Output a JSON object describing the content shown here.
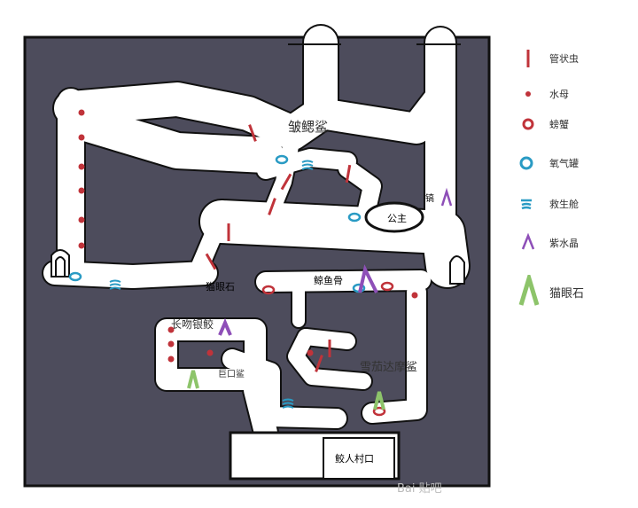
{
  "map": {
    "labels": {
      "frilled_shark": "皱鳃鲨",
      "princess": "公主",
      "pickaxe": "镐",
      "cats_eye_area": "猫眼石",
      "whale_bone": "鲸鱼骨",
      "chimaera": "长吻银鲛",
      "megamouth": "巨口鲨",
      "cookiecutter": "雪茄达摩鲨",
      "merfolk_village": "鲛人村口"
    },
    "colors": {
      "rock": "#4d4c5c",
      "passage": "#ffffff",
      "tubeworm": "#c0333a",
      "oxygen": "#2a9bc4",
      "amethyst": "#8e4fb8",
      "cats_eye": "#8dc46a"
    }
  },
  "legend": [
    {
      "icon": "tubeworm-icon",
      "label": "管状虫"
    },
    {
      "icon": "jellyfish-icon",
      "label": "水母"
    },
    {
      "icon": "crab-icon",
      "label": "螃蟹"
    },
    {
      "icon": "oxygen-tank-icon",
      "label": "氧气罐"
    },
    {
      "icon": "rescue-pod-icon",
      "label": "救生舱"
    },
    {
      "icon": "amethyst-icon",
      "label": "紫水晶"
    },
    {
      "icon": "cats-eye-icon",
      "label": "猫眼石"
    }
  ],
  "watermark": "Bai 贴吧"
}
